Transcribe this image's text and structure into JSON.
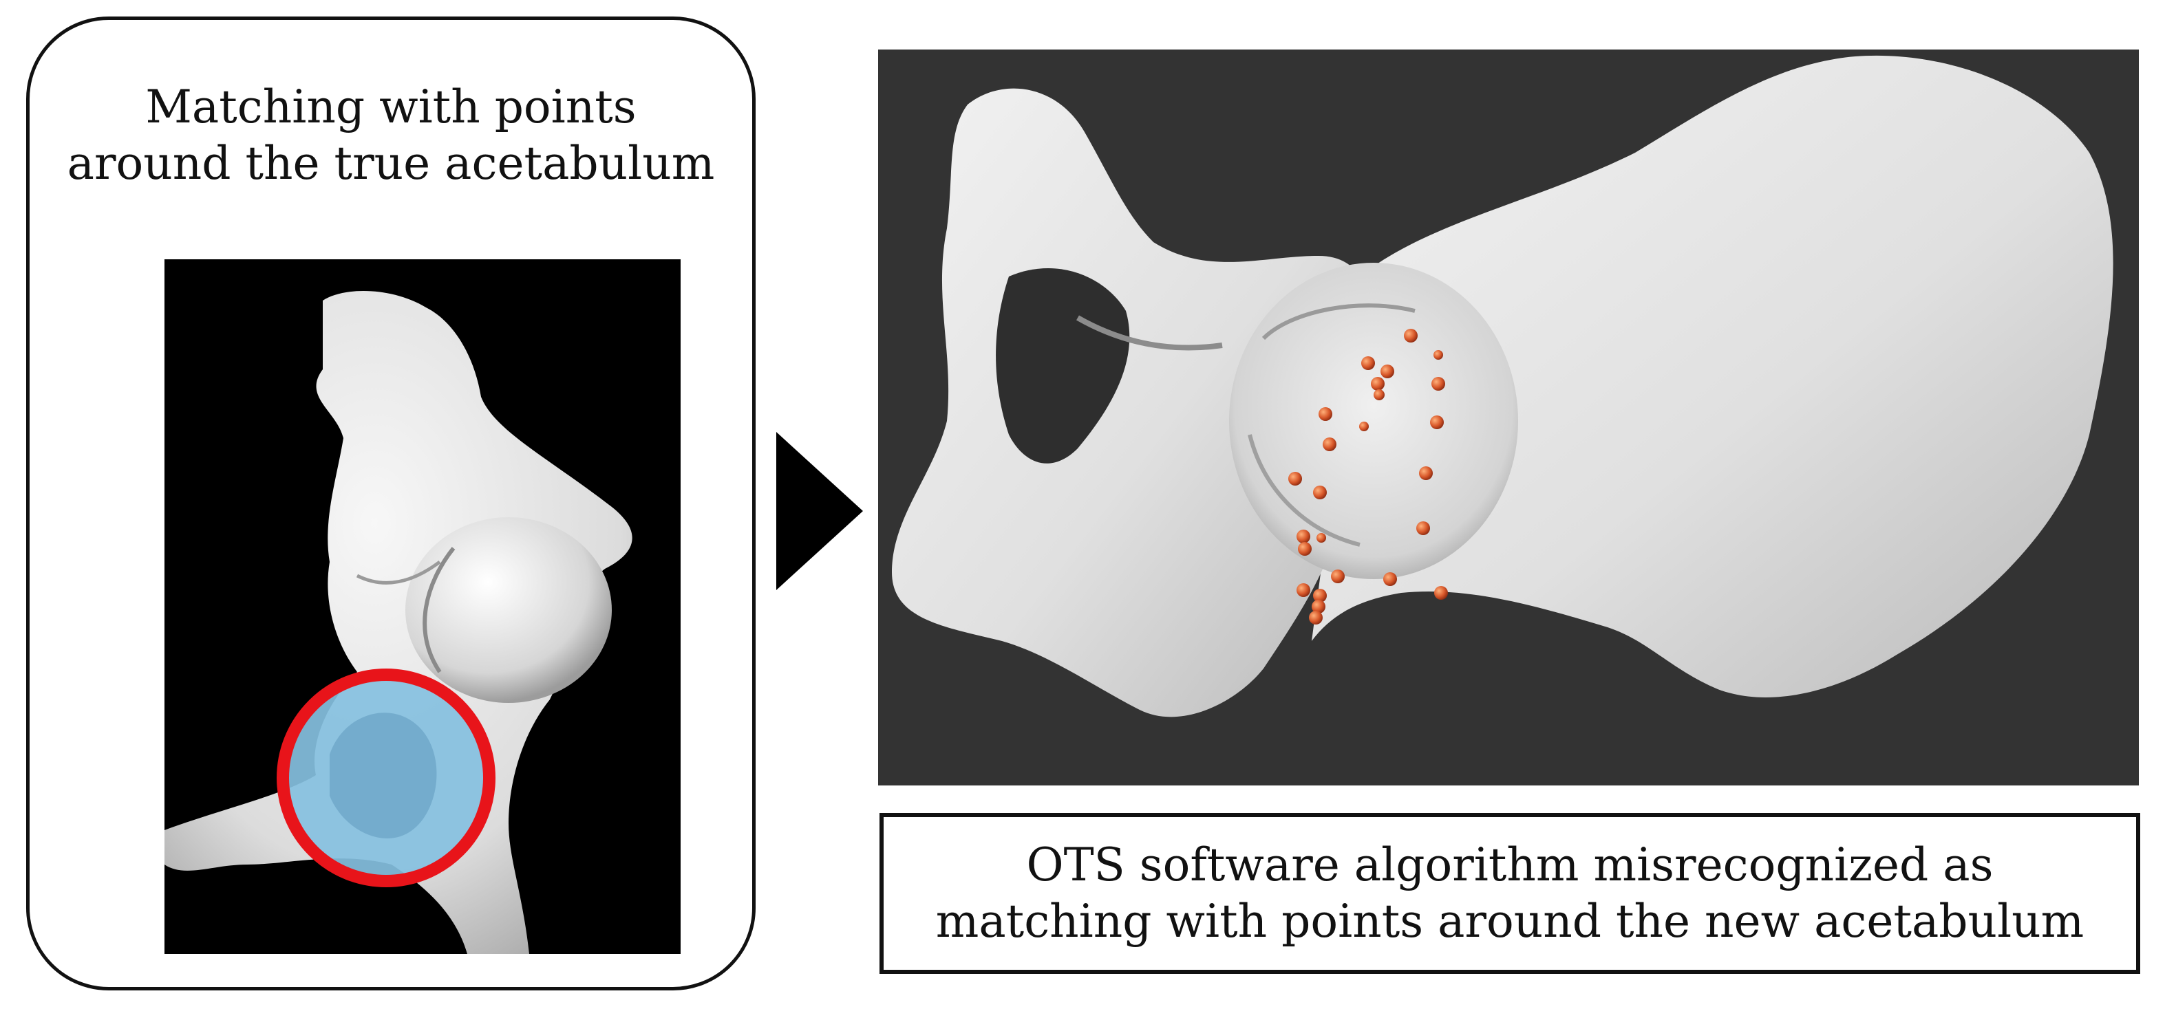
{
  "left_panel": {
    "caption_lines": [
      "Matching with points",
      "around the true acetabulum"
    ]
  },
  "right_panel": {
    "caption_lines": [
      "OTS software algorithm misrecognized as",
      "matching with points around the new acetabulum"
    ]
  },
  "colors": {
    "highlight_ring": "#e8141a",
    "highlight_fill": "#86c0e0",
    "registration_point": "#d8582a",
    "bone": "#e4e4e4",
    "left_background": "#000000",
    "right_background": "#333333"
  },
  "icons": [
    "arrow-right-icon"
  ]
}
